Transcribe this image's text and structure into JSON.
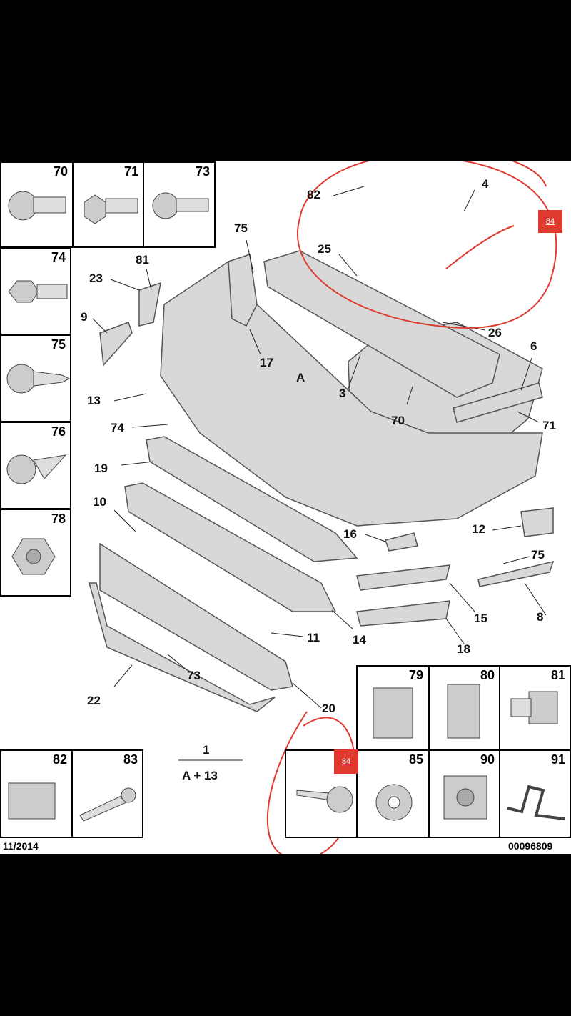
{
  "callouts": {
    "c82": "82",
    "c4": "4",
    "c25": "25",
    "c26": "26",
    "c3": "3",
    "c70": "70",
    "c6": "6",
    "c71": "71",
    "c75a": "75",
    "c81": "81",
    "c23": "23",
    "c9": "9",
    "c17": "17",
    "c13": "13",
    "c74": "74",
    "cA": "A",
    "c19": "19",
    "c10": "10",
    "c16": "16",
    "c12": "12",
    "c75b": "75",
    "c15": "15",
    "c8": "8",
    "c14": "14",
    "c11": "11",
    "c18": "18",
    "c22": "22",
    "c73": "73",
    "c20": "20",
    "c1": "1",
    "cA13": "A + 13"
  },
  "parts": {
    "p70": "70",
    "p71": "71",
    "p73": "73",
    "p74": "74",
    "p75": "75",
    "p76": "76",
    "p78": "78",
    "p79": "79",
    "p80": "80",
    "p81": "81",
    "p82": "82",
    "p83": "83",
    "p84": "84",
    "p85": "85",
    "p90": "90",
    "p91": "91"
  },
  "annotations": {
    "tag_top": "84",
    "tag_bottom": "84",
    "highlight_color": "#e03a2f"
  },
  "footer": {
    "date": "11/2014",
    "code": "00096809"
  }
}
